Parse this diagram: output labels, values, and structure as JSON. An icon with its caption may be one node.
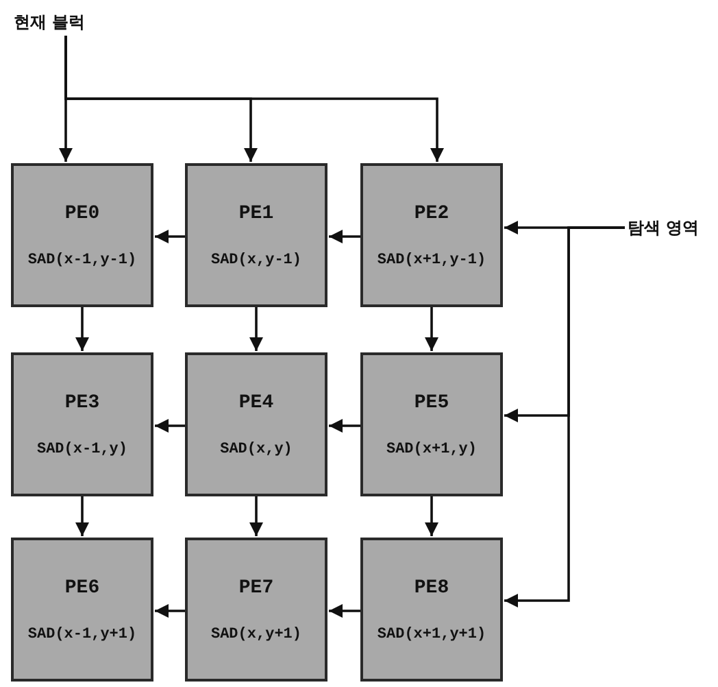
{
  "diagram": {
    "nodes": [
      {
        "text": [
          "현재 블럭"
        ]
      },
      {
        "text": [
          "탐색 영역"
        ]
      },
      {
        "text": [
          "PE0",
          "SAD(x-1,y-1)"
        ]
      },
      {
        "text": [
          "PE1",
          "SAD(x,y-1)"
        ]
      },
      {
        "text": [
          "PE2",
          "SAD(x+1,y-1)"
        ]
      },
      {
        "text": [
          "PE3",
          "SAD(x-1,y)"
        ]
      },
      {
        "text": [
          "PE4",
          "SAD(x,y)"
        ]
      },
      {
        "text": [
          "PE5",
          "SAD(x+1,y)"
        ]
      },
      {
        "text": [
          "PE6",
          "SAD(x-1,y+1)"
        ]
      },
      {
        "text": [
          "PE7",
          "SAD(x,y+1)"
        ]
      },
      {
        "text": [
          "PE8",
          "SAD(x+1,y+1)"
        ]
      }
    ],
    "edges": [
      {
        "from": 0,
        "to": 2,
        "arrow": "to"
      },
      {
        "from": 0,
        "to": 3,
        "arrow": "to"
      },
      {
        "from": 0,
        "to": 4,
        "arrow": "to"
      },
      {
        "from": 1,
        "to": 4,
        "arrow": "to"
      },
      {
        "from": 1,
        "to": 7,
        "arrow": "to"
      },
      {
        "from": 1,
        "to": 10,
        "arrow": "to"
      },
      {
        "from": 4,
        "to": 3,
        "arrow": "to"
      },
      {
        "from": 3,
        "to": 2,
        "arrow": "to"
      },
      {
        "from": 7,
        "to": 6,
        "arrow": "to"
      },
      {
        "from": 6,
        "to": 5,
        "arrow": "to"
      },
      {
        "from": 10,
        "to": 9,
        "arrow": "to"
      },
      {
        "from": 9,
        "to": 8,
        "arrow": "to"
      },
      {
        "from": 2,
        "to": 5,
        "arrow": "to"
      },
      {
        "from": 5,
        "to": 8,
        "arrow": "to"
      },
      {
        "from": 3,
        "to": 6,
        "arrow": "to"
      },
      {
        "from": 6,
        "to": 9,
        "arrow": "to"
      },
      {
        "from": 4,
        "to": 7,
        "arrow": "to"
      },
      {
        "from": 7,
        "to": 10,
        "arrow": "to"
      }
    ]
  }
}
